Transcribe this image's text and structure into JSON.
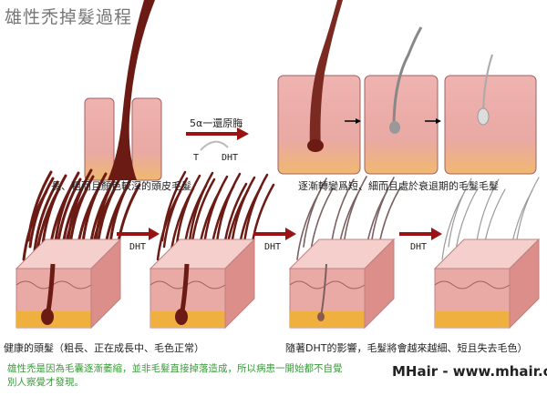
{
  "title": "雄性禿掉髮過程",
  "top_left": {
    "enzyme_label": "5α一還原脢",
    "from_label": "T",
    "to_label": "DHT",
    "caption": "長、粗而且顏色較深的頭皮毛髮"
  },
  "top_right": {
    "caption": "逐漸轉變爲短、細而且處於衰退期的毛髮毛髮"
  },
  "bottom": {
    "arrow_labels": [
      "DHT",
      "DHT",
      "DHT"
    ],
    "caption_left": "健康的頭髮（粗長、正在成長中、毛色正常）",
    "caption_right": "隨著DHT的影響，毛髮將會越來越細、短且失去毛色）"
  },
  "note": {
    "line1": "雄性禿是因為毛囊逐漸萎縮，並非毛髮直接掉落造成，所以病患一開始都不自覺",
    "line2": "別人察覺才發現。"
  },
  "watermark": "MHair - www.mhair.org",
  "colors": {
    "skin": "#e9a9a4",
    "skin_top": "#f5cfcb",
    "fat": "#f0b040",
    "hair": "#6b1a14",
    "arrow": "#9a1212",
    "note_text": "#3a9a3a"
  }
}
